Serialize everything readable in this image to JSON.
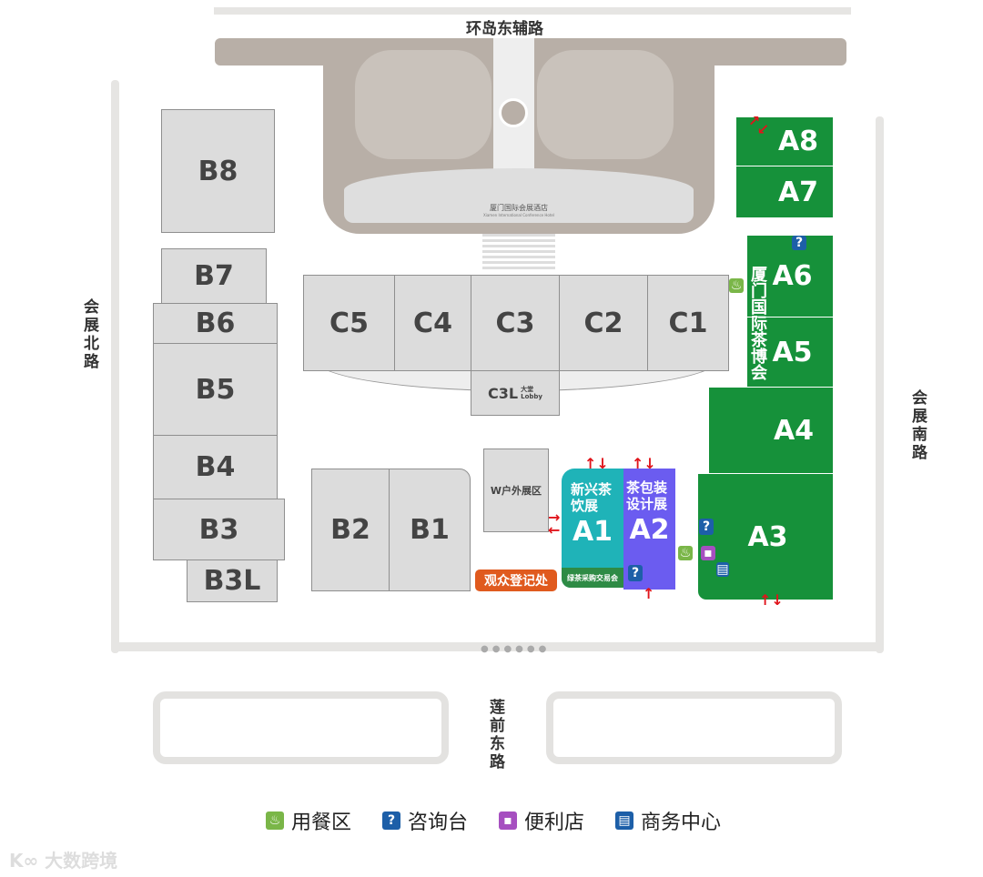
{
  "roads": {
    "top": "环岛东辅路",
    "left": "会展北路",
    "right": "会展南路",
    "bottom": "莲前东路"
  },
  "hotel": {
    "name": "厦门国际会展酒店",
    "name_en": "Xiamen International Conference Hotel"
  },
  "halls": {
    "B8": "B8",
    "B7": "B7",
    "B6": "B6",
    "B5": "B5",
    "B4": "B4",
    "B3": "B3",
    "B3L": "B3L",
    "B2": "B2",
    "B1": "B1",
    "C5": "C5",
    "C4": "C4",
    "C3": "C3",
    "C2": "C2",
    "C1": "C1",
    "C3L": "C3L",
    "C3L_cn": "大堂",
    "C3L_en": "Lobby",
    "W": "W户外展区",
    "A1": "A1",
    "A1_theme": "新兴茶饮展",
    "A1_sub": "绿茶采购交易会",
    "A2": "A2",
    "A2_theme": "茶包装设计展",
    "A3": "A3",
    "A4": "A4",
    "A5": "A5",
    "A6": "A6",
    "A7": "A7",
    "A8": "A8",
    "expo_name": "厦门国际茶博会"
  },
  "registration": "观众登记处",
  "legend": [
    {
      "icon": "dining-icon",
      "label": "用餐区"
    },
    {
      "icon": "info-desk-icon",
      "label": "咨询台"
    },
    {
      "icon": "convenience-store-icon",
      "label": "便利店"
    },
    {
      "icon": "business-center-icon",
      "label": "商务中心"
    }
  ],
  "watermark": "大数跨境",
  "colors": {
    "green": "#16913a",
    "a1": "#1fb3b8",
    "a2": "#6b5cf0",
    "registration": "#e05a1e",
    "arrow": "#e0141b"
  }
}
